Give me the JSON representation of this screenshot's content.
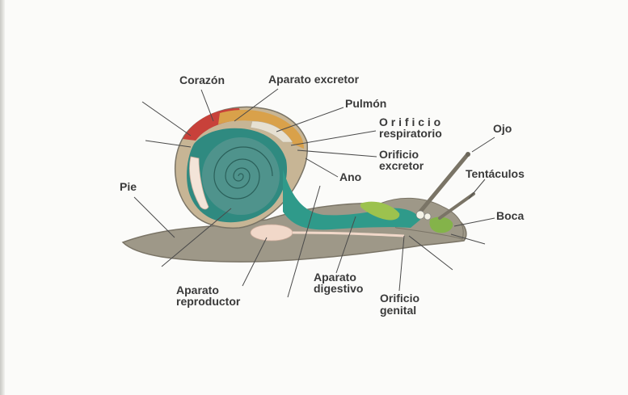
{
  "labels": {
    "corazon": "Corazón",
    "aparato_excretor": "Aparato excretor",
    "pulmon": "Pulmón",
    "orificio_respiratorio_1": "O r i f i c i o",
    "orificio_respiratorio_2": "respiratorio",
    "orificio_excretor_1": "Orificio",
    "orificio_excretor_2": "excretor",
    "ano": "Ano",
    "ojo": "Ojo",
    "tentaculos": "Tentáculos",
    "boca": "Boca",
    "pie": "Pie",
    "aparato_reproductor_1": "Aparato",
    "aparato_reproductor_2": "reproductor",
    "aparato_digestivo_1": "Aparato",
    "aparato_digestivo_2": "digestivo",
    "orificio_genital_1": "Orificio",
    "orificio_genital_2": "genital"
  },
  "colors": {
    "body": "#9e9888",
    "body_outline": "#7a7466",
    "shell_outer": "#c7b595",
    "heart": "#c8413a",
    "excretory": "#d9a14a",
    "lung": "#d8d0bf",
    "spiral": "#4f938c",
    "digestive": "#2f9a8a",
    "gonad": "#f1d8c9",
    "liver": "#9cc24e"
  }
}
